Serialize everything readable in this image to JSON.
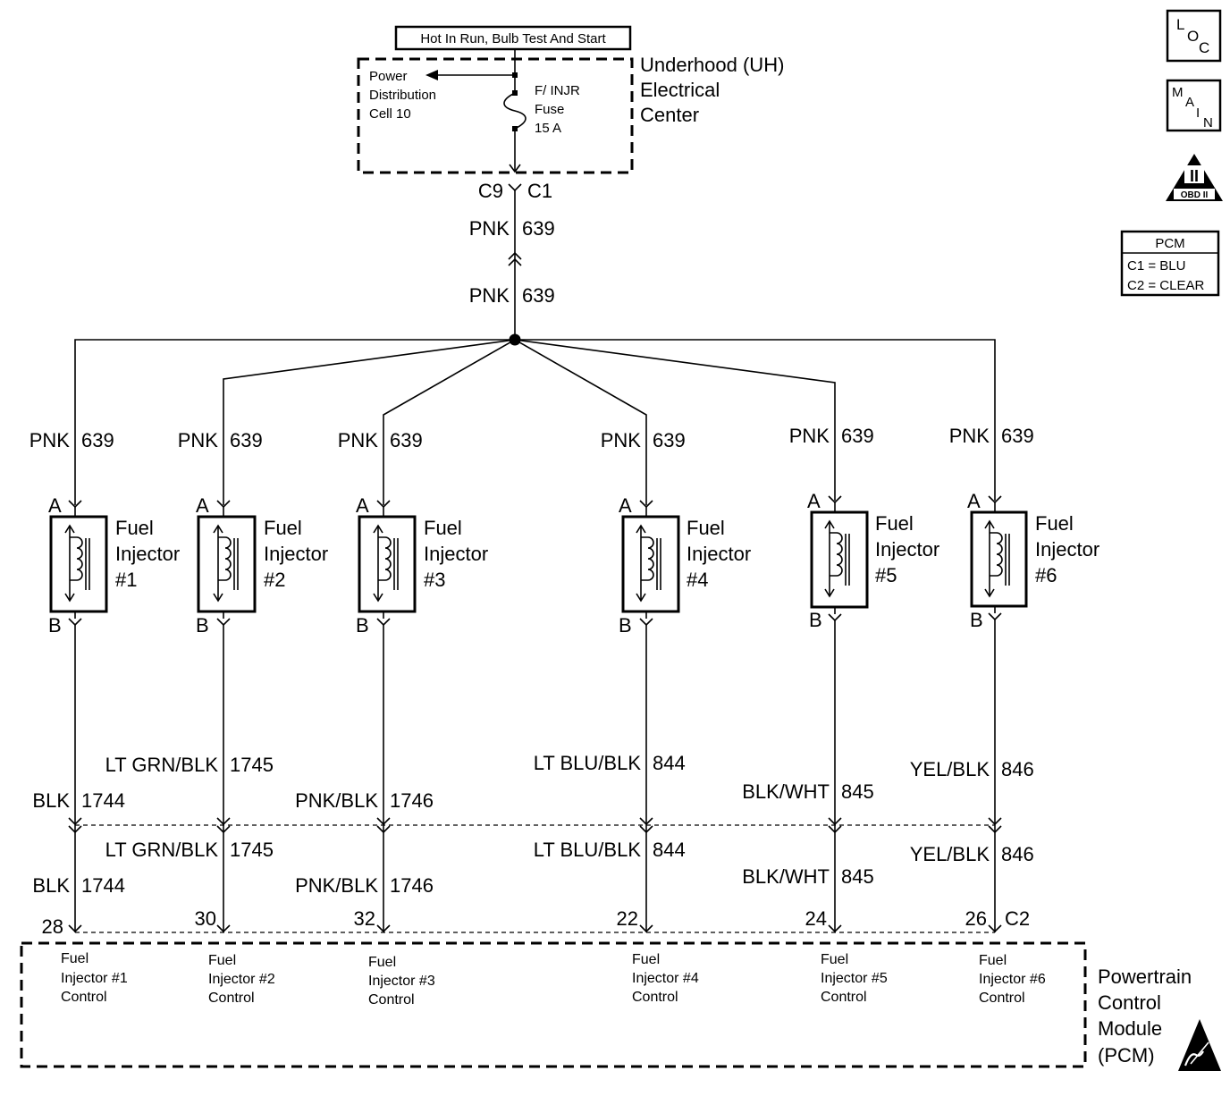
{
  "supply": {
    "hot_label": "Hot In Run, Bulb Test And Start",
    "power_dist": [
      "Power",
      "Distribution",
      "Cell 10"
    ],
    "fuse": [
      "F/ INJR",
      "Fuse",
      "15 A"
    ],
    "center": [
      "Underhood (UH)",
      "Electrical",
      "Center"
    ],
    "conn_left": "C9",
    "conn_right": "C1"
  },
  "trunk": [
    {
      "color": "PNK",
      "circuit": "639"
    },
    {
      "color": "PNK",
      "circuit": "639"
    }
  ],
  "injectors": [
    {
      "feed_color": "PNK",
      "feed_circuit": "639",
      "pin_a": "A",
      "pin_b": "B",
      "name": [
        "Fuel",
        "Injector",
        "#1"
      ],
      "out_color": "BLK",
      "out_circuit": "1744",
      "pcm_pin": "28",
      "pcm_label": [
        "Fuel",
        "Injector #1",
        "Control"
      ]
    },
    {
      "feed_color": "PNK",
      "feed_circuit": "639",
      "pin_a": "A",
      "pin_b": "B",
      "name": [
        "Fuel",
        "Injector",
        "#2"
      ],
      "out_color": "LT GRN/BLK",
      "out_circuit": "1745",
      "pcm_pin": "30",
      "pcm_label": [
        "Fuel",
        "Injector #2",
        "Control"
      ]
    },
    {
      "feed_color": "PNK",
      "feed_circuit": "639",
      "pin_a": "A",
      "pin_b": "B",
      "name": [
        "Fuel",
        "Injector",
        "#3"
      ],
      "out_color": "PNK/BLK",
      "out_circuit": "1746",
      "pcm_pin": "32",
      "pcm_label": [
        "Fuel",
        "Injector #3",
        "Control"
      ]
    },
    {
      "feed_color": "PNK",
      "feed_circuit": "639",
      "pin_a": "A",
      "pin_b": "B",
      "name": [
        "Fuel",
        "Injector",
        "#4"
      ],
      "out_color": "LT BLU/BLK",
      "out_circuit": "844",
      "pcm_pin": "22",
      "pcm_label": [
        "Fuel",
        "Injector #4",
        "Control"
      ]
    },
    {
      "feed_color": "PNK",
      "feed_circuit": "639",
      "pin_a": "A",
      "pin_b": "B",
      "name": [
        "Fuel",
        "Injector",
        "#5"
      ],
      "out_color": "BLK/WHT",
      "out_circuit": "845",
      "pcm_pin": "24",
      "pcm_label": [
        "Fuel",
        "Injector #5",
        "Control"
      ]
    },
    {
      "feed_color": "PNK",
      "feed_circuit": "639",
      "pin_a": "A",
      "pin_b": "B",
      "name": [
        "Fuel",
        "Injector",
        "#6"
      ],
      "out_color": "YEL/BLK",
      "out_circuit": "846",
      "pcm_pin": "26",
      "pcm_label": [
        "Fuel",
        "Injector #6",
        "Control"
      ]
    }
  ],
  "pcm": {
    "connector": "C2",
    "name": [
      "Powertrain",
      "Control",
      "Module",
      "(PCM)"
    ],
    "legend_title": "PCM",
    "legend_rows": [
      "C1 = BLU",
      "C2 = CLEAR"
    ]
  },
  "badges": {
    "loc": [
      "L",
      "O",
      "C"
    ],
    "main": [
      "M",
      "A",
      "I",
      "N"
    ],
    "obd_roman": "II",
    "obd_text": "OBD II"
  }
}
